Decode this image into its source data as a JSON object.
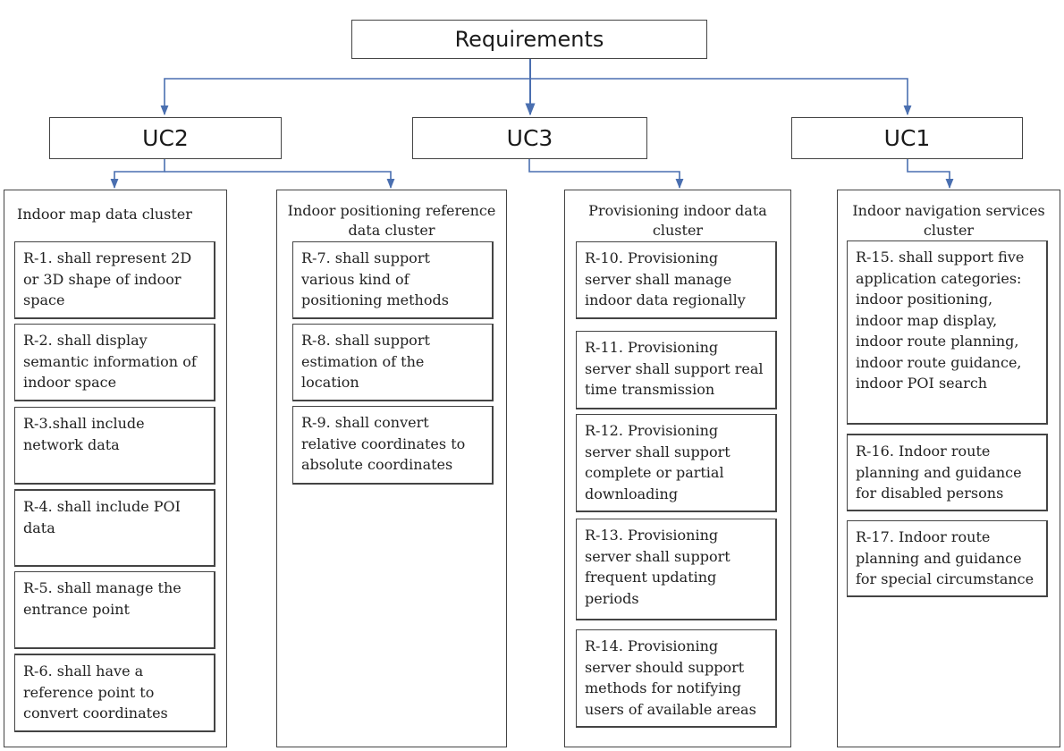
{
  "root": {
    "title": "Requirements"
  },
  "use_cases": [
    {
      "id": "uc2",
      "label": "UC2"
    },
    {
      "id": "uc3",
      "label": "UC3"
    },
    {
      "id": "uc1",
      "label": "UC1"
    }
  ],
  "clusters": [
    {
      "title": "Indoor map data cluster",
      "requirements": [
        "R-1. shall represent 2D or 3D shape of indoor space",
        "R-2. shall display semantic information of indoor space",
        "R-3.shall include network data",
        "R-4. shall include POI data",
        "R-5. shall manage the entrance point",
        "R-6. shall have a reference point to convert coordinates"
      ]
    },
    {
      "title": "Indoor positioning reference data cluster",
      "requirements": [
        "R-7. shall support various kind of positioning methods",
        "R-8. shall support estimation of the location",
        "R-9. shall convert relative coordinates to absolute coordinates"
      ]
    },
    {
      "title": "Provisioning indoor data cluster",
      "requirements": [
        "R-10. Provisioning server shall manage indoor data regionally",
        "R-11. Provisioning server shall support real time transmission",
        "R-12. Provisioning server shall support complete or partial downloading",
        "R-13. Provisioning server shall support frequent updating periods",
        "R-14. Provisioning server should support methods for notifying users of available areas"
      ]
    },
    {
      "title": "Indoor navigation services cluster",
      "requirements": [
        "R-15. shall support five application categories: indoor positioning, indoor map display, indoor route planning, indoor route guidance, indoor POI search",
        "R-16. Indoor route planning and guidance for disabled persons",
        "R-17. Indoor route planning and guidance for special circumstance"
      ]
    }
  ],
  "colors": {
    "connector": "#4a6fb0",
    "border": "#444444"
  }
}
